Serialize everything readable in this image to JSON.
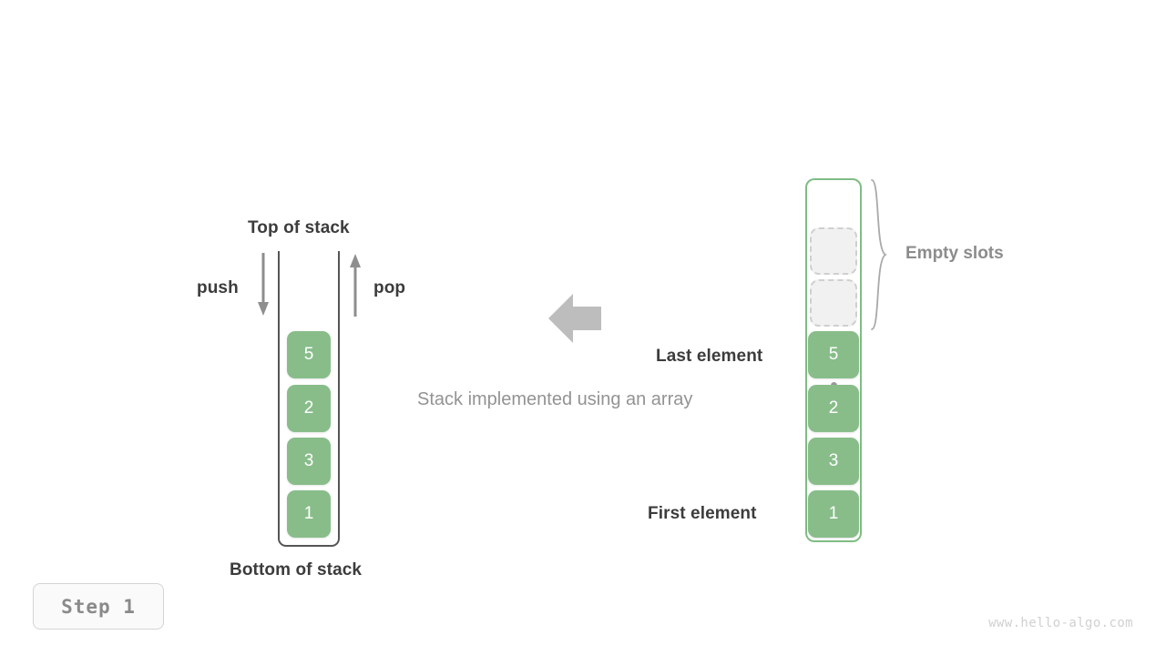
{
  "diagram": {
    "caption": "Stack implemented using an array",
    "left_stack": {
      "top_label": "Top of stack",
      "bottom_label": "Bottom of stack",
      "push_label": "push",
      "pop_label": "pop",
      "cells": [
        {
          "value": "5"
        },
        {
          "value": "2"
        },
        {
          "value": "3"
        },
        {
          "value": "1"
        }
      ]
    },
    "right_stack": {
      "empty_slots_label": "Empty slots",
      "last_element_label": "Last element",
      "first_element_label": "First element",
      "ellipsis_icon": "vertical-ellipsis-icon",
      "empty_slots": [
        {
          "value": ""
        },
        {
          "value": ""
        }
      ],
      "cells": [
        {
          "value": "5"
        },
        {
          "value": "2"
        },
        {
          "value": "3"
        },
        {
          "value": "1"
        }
      ]
    },
    "transition_icon": "left-arrow-icon"
  },
  "footer": {
    "step_label": "Step 1",
    "watermark": "www.hello-algo.com"
  },
  "colors": {
    "element_green": "#88bd8a",
    "container_green": "#7fbc84",
    "text_dark": "#3c3c3c",
    "text_gray": "#8c8c8c",
    "caption_gray": "#939393",
    "empty_slot_fill": "#f1f1f1",
    "empty_slot_border": "#cfcfcf",
    "arrow_gray": "#a8a8a8",
    "container_dark": "#555555"
  }
}
